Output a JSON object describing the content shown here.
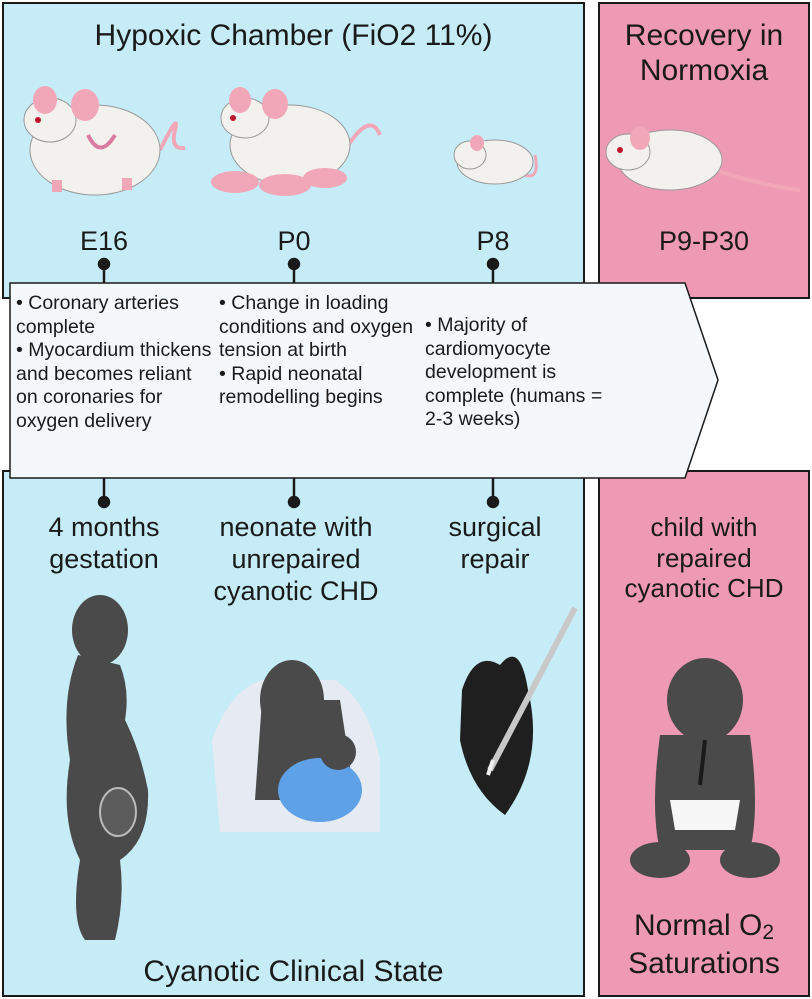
{
  "hypoxic_panel": {
    "title": "Hypoxic Chamber (FiO2 11%)",
    "stages": [
      {
        "label": "E16",
        "clinical": "4 months\ngestation",
        "description": [
          "• Coronary arteries complete",
          "• Myocardium thickens and becomes reliant on coronaries for oxygen delivery"
        ]
      },
      {
        "label": "P0",
        "clinical": "neonate with\nunrepaired\ncyanotic CHD",
        "description": [
          "• Change in loading conditions and oxygen tension at birth",
          "• Rapid neonatal remodelling begins"
        ]
      },
      {
        "label": "P8",
        "clinical": "surgical\nrepair",
        "description": [
          "• Majority of cardiomyocyte development is complete (humans = 2-3 weeks)"
        ]
      }
    ],
    "footer": "Cyanotic Clinical State"
  },
  "recovery_panel": {
    "title": "Recovery in\nNormoxia",
    "stage_label": "P9-P30",
    "clinical": "child with\nrepaired\ncyanotic CHD",
    "footer_line1": "Normal O",
    "footer_sub": "2",
    "footer_line2": "Saturations"
  },
  "colors": {
    "hypoxic_bg": "#c6ecf7",
    "recovery_bg": "#ee9ab5",
    "silhouette": "#4a4a4a",
    "mouse_body": "#f3f1ee",
    "mouse_pink": "#f2a7b8"
  },
  "icons": [
    "pregnant-mouse-icon",
    "mouse-with-pups-icon",
    "pup-mouse-icon",
    "adult-mouse-icon",
    "pregnant-woman-icon",
    "breastfeeding-mother-icon",
    "heart-scalpel-icon",
    "seated-child-icon"
  ]
}
